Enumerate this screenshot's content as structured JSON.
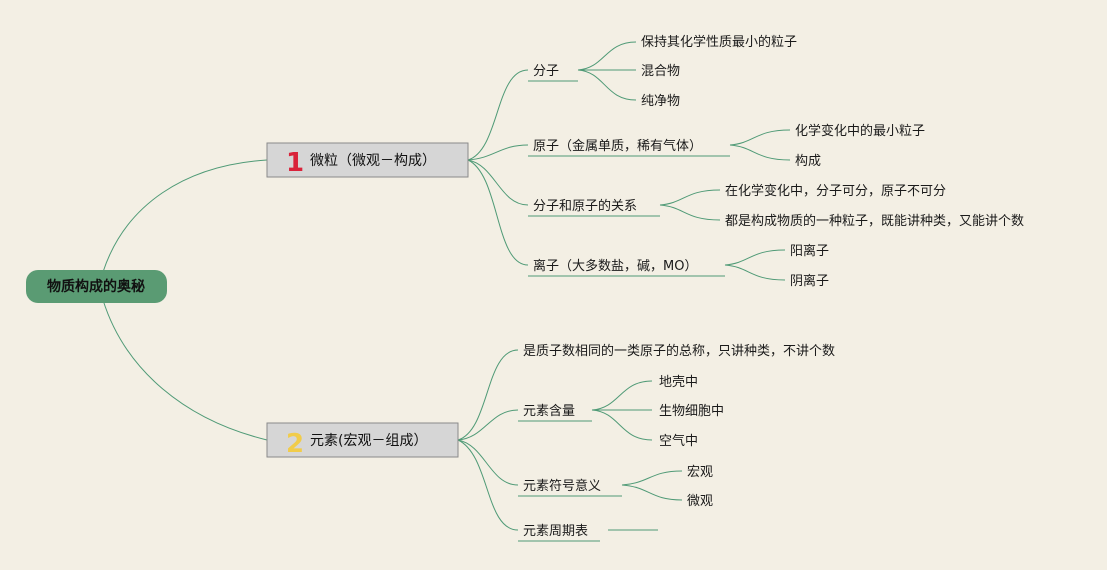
{
  "root": {
    "label": "物质构成的奥秘"
  },
  "branches": [
    {
      "number": "1",
      "label": "微粒（微观－构成）",
      "children": [
        {
          "label": "分子",
          "children": [
            "保持其化学性质最小的粒子",
            "混合物",
            "纯净物"
          ]
        },
        {
          "label": "原子（金属单质，稀有气体）",
          "children": [
            "化学变化中的最小粒子",
            "构成"
          ]
        },
        {
          "label": "分子和原子的关系",
          "children": [
            "在化学变化中，分子可分，原子不可分",
            "都是构成物质的一种粒子，既能讲种类，又能讲个数"
          ]
        },
        {
          "label": "离子（大多数盐，碱，MO）",
          "children": [
            "阳离子",
            "阴离子"
          ]
        }
      ]
    },
    {
      "number": "2",
      "label": "元素(宏观－组成）",
      "children": [
        {
          "label": "是质子数相同的一类原子的总称，只讲种类，不讲个数",
          "children": []
        },
        {
          "label": "元素含量",
          "children": [
            "地壳中",
            "生物细胞中",
            "空气中"
          ]
        },
        {
          "label": "元素符号意义",
          "children": [
            "宏观",
            "微观"
          ]
        },
        {
          "label": "元素周期表",
          "children": []
        }
      ]
    }
  ]
}
